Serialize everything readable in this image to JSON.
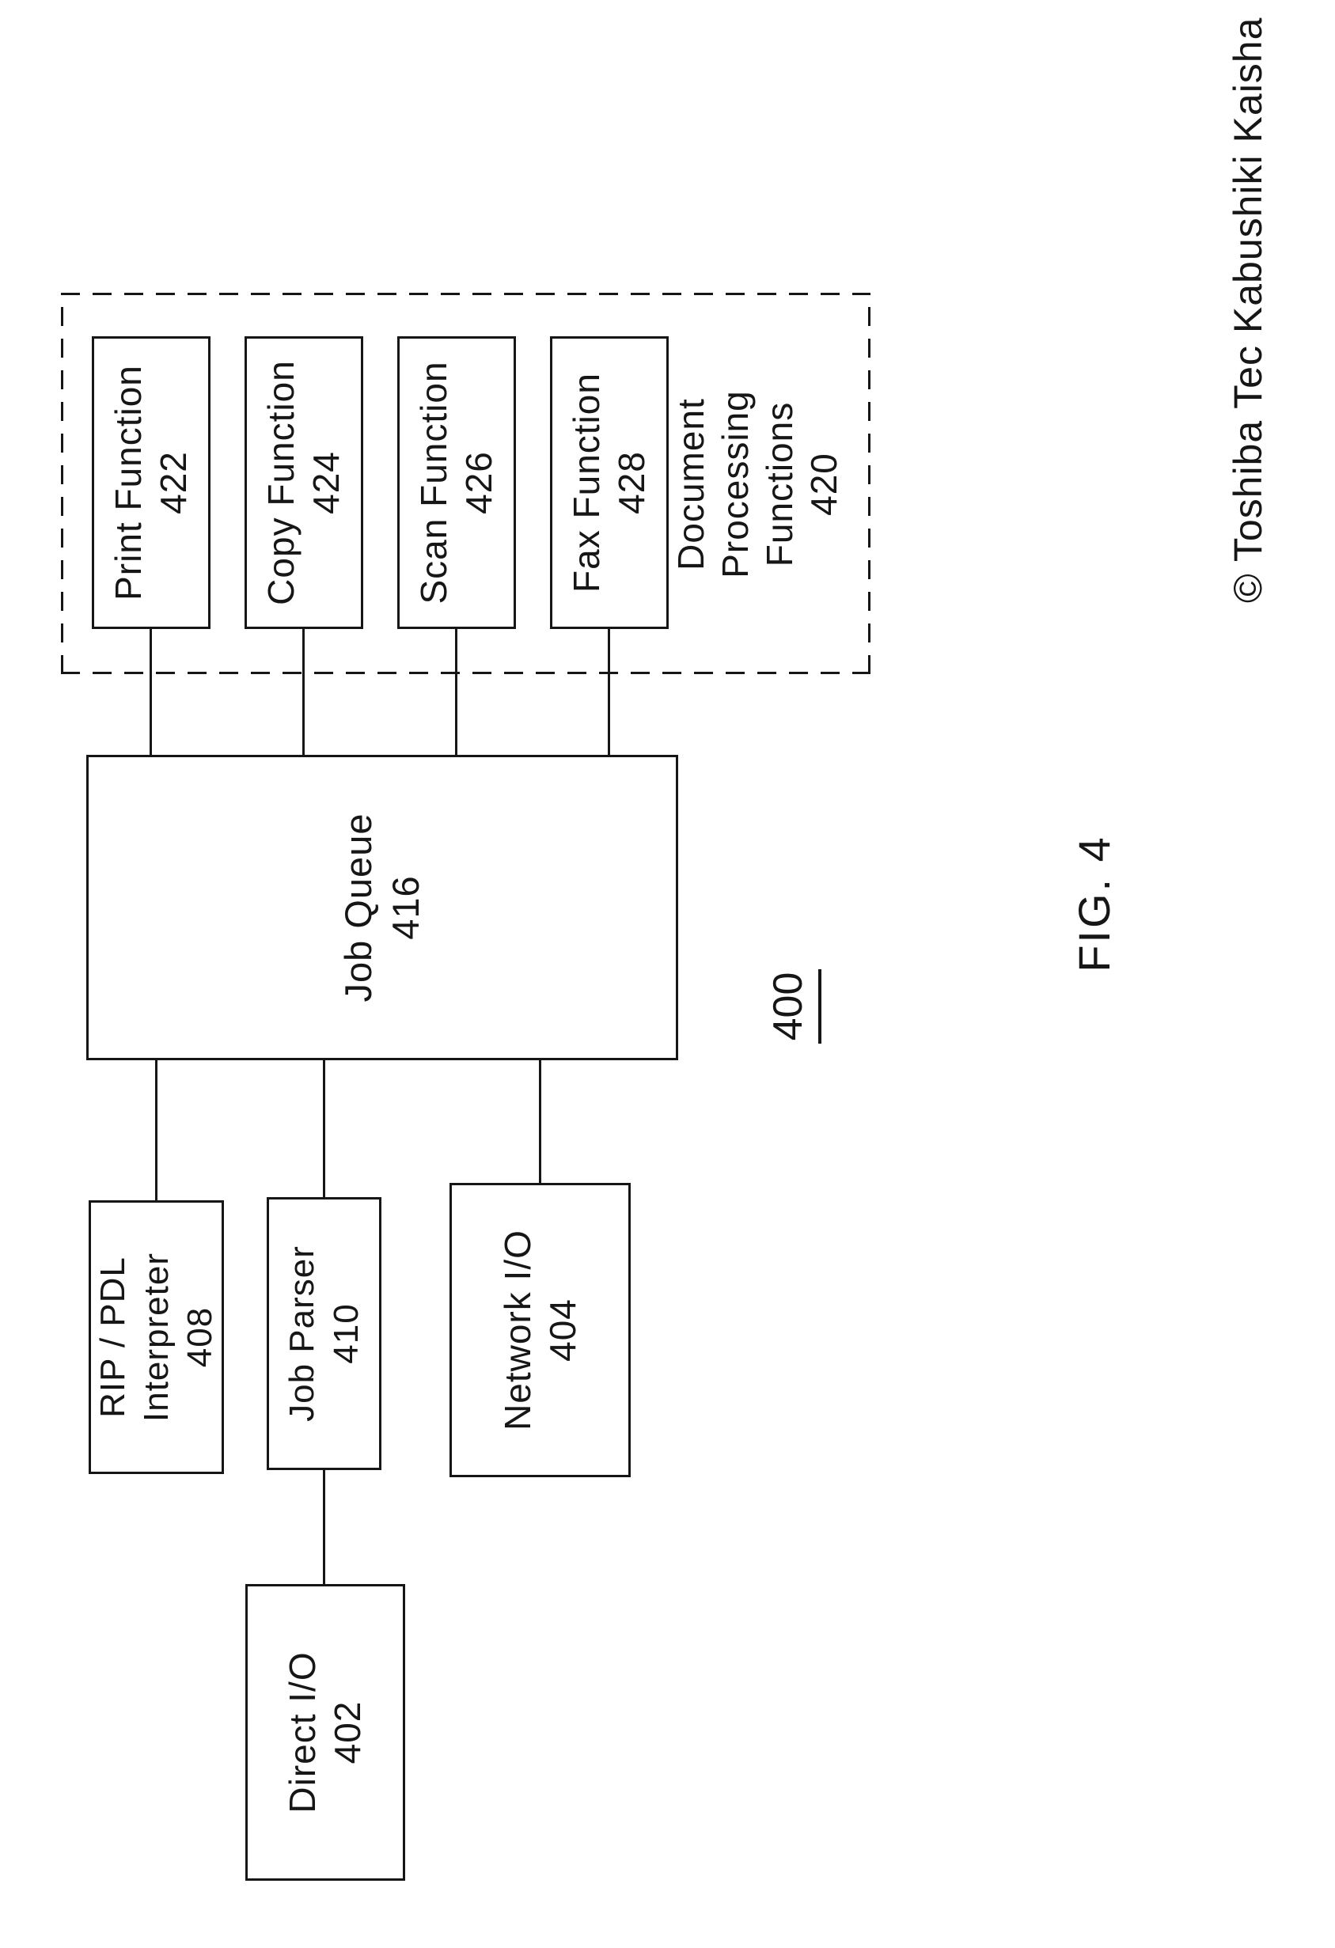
{
  "figure": {
    "label": "FIG. 4",
    "system_number": "400",
    "copyright": "© Toshiba Tec Kabushiki Kaisha"
  },
  "group": {
    "line1": "Document",
    "line2": "Processing",
    "line3": "Functions",
    "ref": "420"
  },
  "nodes": {
    "print": {
      "label": "Print Function",
      "ref": "422"
    },
    "copy": {
      "label": "Copy Function",
      "ref": "424"
    },
    "scan": {
      "label": "Scan Function",
      "ref": "426"
    },
    "fax": {
      "label": "Fax Function",
      "ref": "428"
    },
    "job_queue": {
      "label": "Job Queue",
      "ref": "416"
    },
    "rip_pdl": {
      "line1": "RIP / PDL",
      "line2": "Interpreter",
      "ref": "408"
    },
    "job_parser": {
      "label": "Job Parser",
      "ref": "410"
    },
    "network_io": {
      "label": "Network I/O",
      "ref": "404"
    },
    "direct_io": {
      "label": "Direct I/O",
      "ref": "402"
    }
  }
}
